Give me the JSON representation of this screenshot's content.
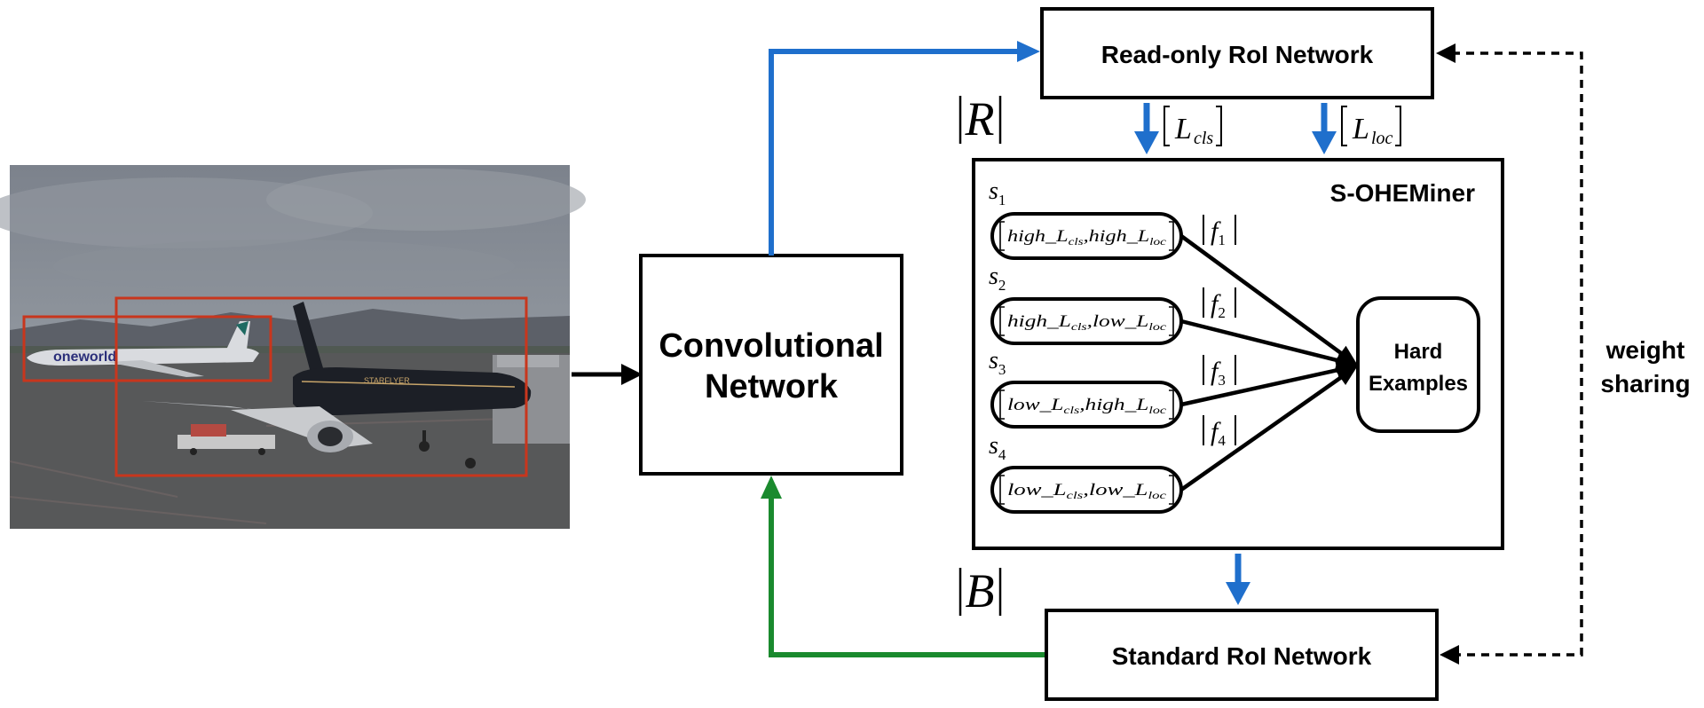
{
  "colors": {
    "blue_arrow": "#1f6fcc",
    "green_arrow": "#1a8a2e",
    "black": "#000000",
    "detection_box": "#c8361d"
  },
  "labels": {
    "readonly_roi": "Read-only RoI Network",
    "standard_roi": "Standard RoI Network",
    "conv_line1": "Convolutional",
    "conv_line2": "Network",
    "ohem": "S-OHEMiner",
    "hard_line1": "Hard",
    "hard_line2": "Examples",
    "weight_line1": "weight",
    "weight_line2": "sharing",
    "R": "R",
    "B": "B",
    "lcls_L": "L",
    "lcls_sub": "cls",
    "lloc_L": "L",
    "lloc_sub": "loc"
  },
  "image": {
    "description_logo_text": "oneworld",
    "aircraft_livery_text": "STARFLYER"
  },
  "strata": [
    {
      "s_label": "s",
      "s_sub": "1",
      "f_label": "f",
      "f_sub": "1",
      "a": "high",
      "b": "high"
    },
    {
      "s_label": "s",
      "s_sub": "2",
      "f_label": "f",
      "f_sub": "2",
      "a": "high",
      "b": "low"
    },
    {
      "s_label": "s",
      "s_sub": "3",
      "f_label": "f",
      "f_sub": "3",
      "a": "low",
      "b": "high"
    },
    {
      "s_label": "s",
      "s_sub": "4",
      "f_label": "f",
      "f_sub": "4",
      "a": "low",
      "b": "low"
    }
  ],
  "stratum_parts": {
    "L": "L",
    "cls": "cls",
    "loc": "loc",
    "underscore": "_",
    "comma": ","
  }
}
